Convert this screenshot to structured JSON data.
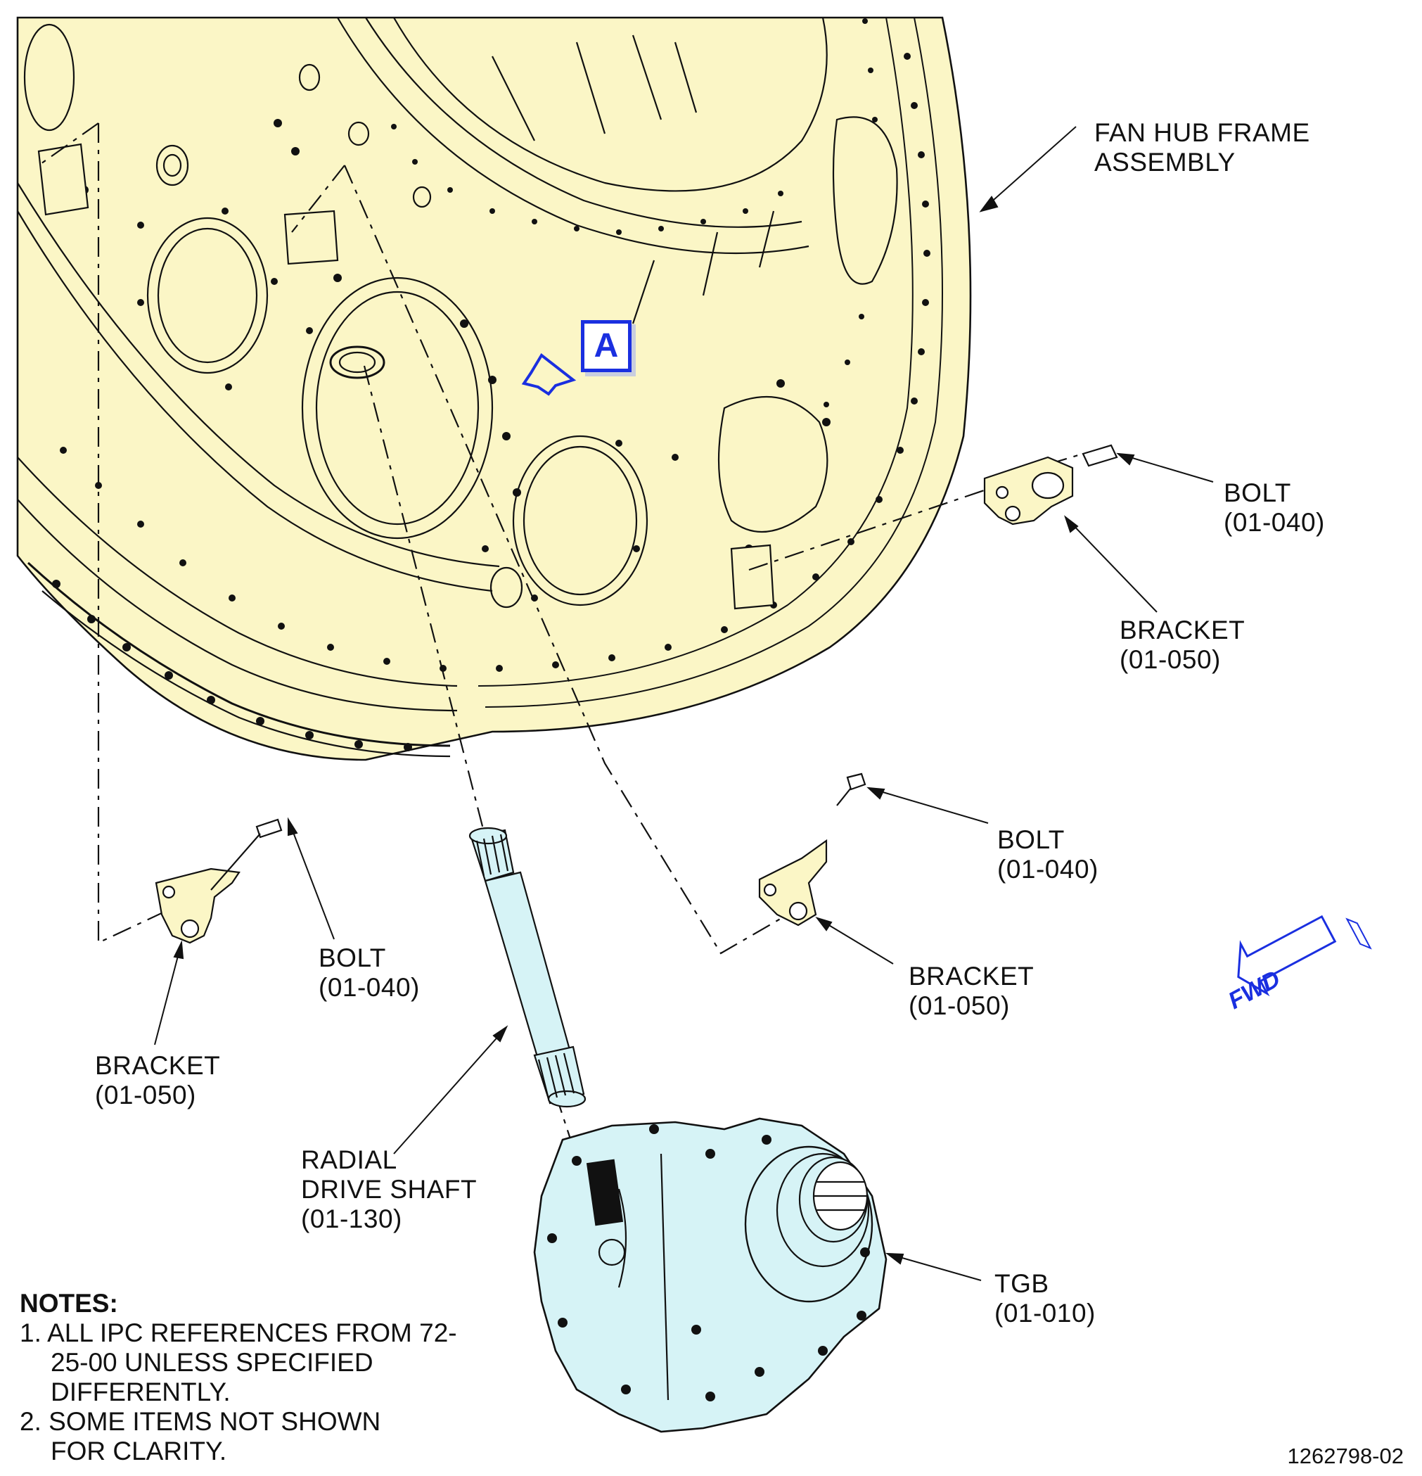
{
  "labels": {
    "fan_hub_frame": [
      "FAN HUB FRAME",
      "ASSEMBLY"
    ],
    "bolt_right": [
      "BOLT",
      "(01-040)"
    ],
    "bracket_right": [
      "BRACKET",
      "(01-050)"
    ],
    "bolt_center": [
      "BOLT",
      "(01-040)"
    ],
    "bracket_center": [
      "BRACKET",
      "(01-050)"
    ],
    "bolt_left": [
      "BOLT",
      "(01-040)"
    ],
    "bracket_left": [
      "BRACKET",
      "(01-050)"
    ],
    "radial_drive_shaft": [
      "RADIAL",
      "DRIVE SHAFT",
      "(01-130)"
    ],
    "tgb": [
      "TGB",
      "(01-010)"
    ]
  },
  "view_marker": "A",
  "fwd_marker": "FWD",
  "notes": {
    "heading": "NOTES:",
    "items": [
      "1. ALL IPC REFERENCES FROM 72-25-00 UNLESS SPECIFIED DIFFERENTLY.",
      "2. SOME ITEMS NOT SHOWN FOR CLARITY."
    ]
  },
  "figure_number": "1262798-02",
  "colors": {
    "frame_fill": "#fbf6c6",
    "tgb_fill": "#d6f3f6",
    "shaft_fill": "#d6f3f6",
    "accent_blue": "#1a2fe0",
    "line": "#111111"
  }
}
